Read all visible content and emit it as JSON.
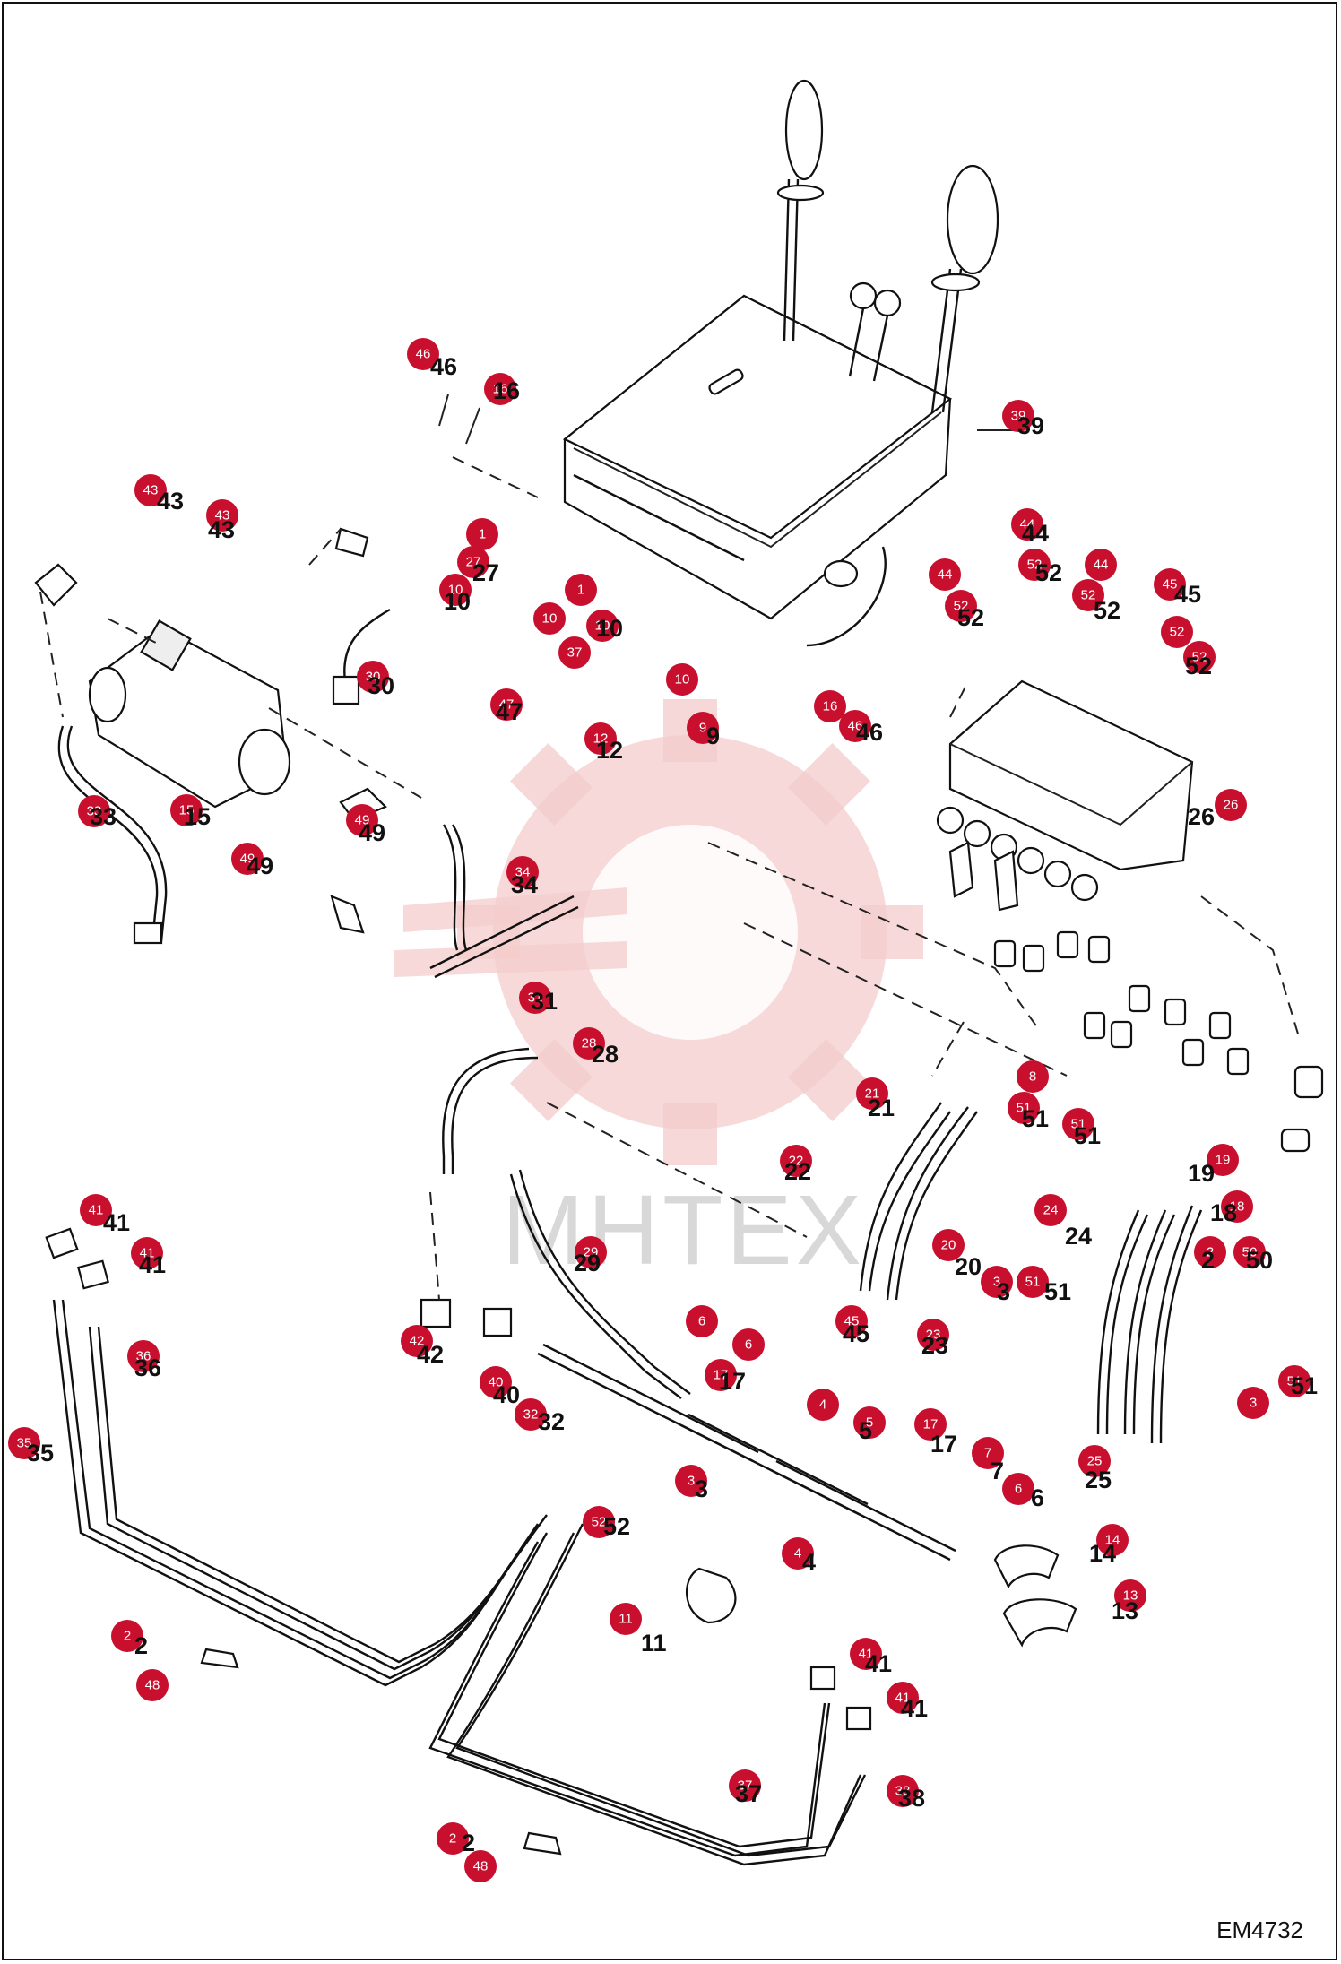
{
  "drawing_code": "EM4732",
  "watermark": {
    "text": "MHTEX",
    "color": "#c8102e"
  },
  "accent_color": "#c8102e",
  "callouts": [
    {
      "id": "46",
      "label": "46",
      "bubble": [
        472,
        395
      ],
      "text": [
        480,
        418
      ]
    },
    {
      "id": "16",
      "label": "16",
      "bubble": [
        558,
        434
      ],
      "text": [
        550,
        445
      ]
    },
    {
      "id": "39",
      "label": "39",
      "bubble": [
        1136,
        464
      ],
      "text": [
        1135,
        484
      ]
    },
    {
      "id": "43a",
      "label": "43",
      "bubble": [
        168,
        547
      ],
      "text": [
        175,
        568
      ]
    },
    {
      "id": "43b",
      "label": "43",
      "bubble": [
        248,
        575
      ],
      "text": [
        232,
        600
      ]
    },
    {
      "id": "1a",
      "label": "1",
      "bubble": [
        538,
        596
      ],
      "text": [
        0,
        0
      ]
    },
    {
      "id": "27",
      "label": "27",
      "bubble": [
        528,
        627
      ],
      "text": [
        527,
        648
      ]
    },
    {
      "id": "10a",
      "label": "10",
      "bubble": [
        508,
        658
      ],
      "text": [
        495,
        680
      ]
    },
    {
      "id": "1b",
      "label": "1",
      "bubble": [
        648,
        658
      ],
      "text": [
        0,
        0
      ]
    },
    {
      "id": "10b",
      "label": "10",
      "bubble": [
        613,
        690
      ],
      "text": [
        0,
        0
      ]
    },
    {
      "id": "10c",
      "label": "10",
      "bubble": [
        672,
        698
      ],
      "text": [
        665,
        710
      ]
    },
    {
      "id": "37a",
      "label": "37",
      "bubble": [
        641,
        728
      ],
      "text": [
        0,
        0
      ]
    },
    {
      "id": "10d",
      "label": "10",
      "bubble": [
        761,
        758
      ],
      "text": [
        0,
        0
      ]
    },
    {
      "id": "47",
      "label": "47",
      "bubble": [
        565,
        786
      ],
      "text": [
        553,
        803
      ]
    },
    {
      "id": "16b",
      "label": "16",
      "bubble": [
        926,
        788
      ],
      "text": [
        0,
        0
      ]
    },
    {
      "id": "46b",
      "label": "46",
      "bubble": [
        954,
        810
      ],
      "text": [
        955,
        826
      ]
    },
    {
      "id": "9",
      "label": "9",
      "bubble": [
        784,
        812
      ],
      "text": [
        788,
        830
      ]
    },
    {
      "id": "12",
      "label": "12",
      "bubble": [
        670,
        824
      ],
      "text": [
        665,
        846
      ]
    },
    {
      "id": "44a",
      "label": "44",
      "bubble": [
        1146,
        585
      ],
      "text": [
        1140,
        604
      ]
    },
    {
      "id": "52a",
      "label": "52",
      "bubble": [
        1154,
        630
      ],
      "text": [
        1155,
        648
      ]
    },
    {
      "id": "44b",
      "label": "44",
      "bubble": [
        1228,
        630
      ],
      "text": [
        0,
        0
      ]
    },
    {
      "id": "52b",
      "label": "52",
      "bubble": [
        1214,
        664
      ],
      "text": [
        1220,
        690
      ]
    },
    {
      "id": "44c",
      "label": "44",
      "bubble": [
        1054,
        641
      ],
      "text": [
        0,
        0
      ]
    },
    {
      "id": "52c",
      "label": "52",
      "bubble": [
        1072,
        676
      ],
      "text": [
        1068,
        698
      ]
    },
    {
      "id": "45a",
      "label": "45",
      "bubble": [
        1305,
        652
      ],
      "text": [
        1310,
        672
      ]
    },
    {
      "id": "52d",
      "label": "52",
      "bubble": [
        1313,
        705
      ],
      "text": [
        0,
        0
      ]
    },
    {
      "id": "52e",
      "label": "52",
      "bubble": [
        1338,
        733
      ],
      "text": [
        1322,
        752
      ]
    },
    {
      "id": "30",
      "label": "30",
      "bubble": [
        416,
        755
      ],
      "text": [
        410,
        774
      ]
    },
    {
      "id": "33",
      "label": "33",
      "bubble": [
        105,
        905
      ],
      "text": [
        100,
        920
      ]
    },
    {
      "id": "15",
      "label": "15",
      "bubble": [
        208,
        904
      ],
      "text": [
        205,
        920
      ]
    },
    {
      "id": "49a",
      "label": "49",
      "bubble": [
        276,
        958
      ],
      "text": [
        275,
        975
      ]
    },
    {
      "id": "49b",
      "label": "49",
      "bubble": [
        404,
        915
      ],
      "text": [
        400,
        938
      ]
    },
    {
      "id": "34",
      "label": "34",
      "bubble": [
        583,
        973
      ],
      "text": [
        570,
        996
      ]
    },
    {
      "id": "26",
      "label": "26",
      "bubble": [
        1373,
        898
      ],
      "text": [
        1325,
        920
      ]
    },
    {
      "id": "31",
      "label": "31",
      "bubble": [
        597,
        1113
      ],
      "text": [
        592,
        1126
      ]
    },
    {
      "id": "28",
      "label": "28",
      "bubble": [
        657,
        1164
      ],
      "text": [
        660,
        1185
      ]
    },
    {
      "id": "8",
      "label": "8",
      "bubble": [
        1152,
        1201
      ],
      "text": [
        0,
        0
      ]
    },
    {
      "id": "21",
      "label": "21",
      "bubble": [
        973,
        1220
      ],
      "text": [
        968,
        1245
      ]
    },
    {
      "id": "51a",
      "label": "51",
      "bubble": [
        1142,
        1236
      ],
      "text": [
        1140,
        1257
      ]
    },
    {
      "id": "51b",
      "label": "51",
      "bubble": [
        1203,
        1254
      ],
      "text": [
        1198,
        1276
      ]
    },
    {
      "id": "19",
      "label": "19",
      "bubble": [
        1364,
        1294
      ],
      "text": [
        1325,
        1318
      ]
    },
    {
      "id": "22",
      "label": "22",
      "bubble": [
        888,
        1295
      ],
      "text": [
        875,
        1316
      ]
    },
    {
      "id": "24a",
      "label": "24",
      "bubble": [
        1172,
        1350
      ],
      "text": [
        0,
        0
      ]
    },
    {
      "id": "18",
      "label": "18",
      "bubble": [
        1380,
        1346
      ],
      "text": [
        1350,
        1362
      ]
    },
    {
      "id": "24b",
      "label": "24",
      "bubble": [
        0,
        0
      ],
      "text": [
        1188,
        1388
      ]
    },
    {
      "id": "41a",
      "label": "41",
      "bubble": [
        107,
        1350
      ],
      "text": [
        115,
        1373
      ]
    },
    {
      "id": "41b",
      "label": "41",
      "bubble": [
        164,
        1398
      ],
      "text": [
        155,
        1420
      ]
    },
    {
      "id": "20",
      "label": "20",
      "bubble": [
        1058,
        1389
      ],
      "text": [
        1065,
        1422
      ]
    },
    {
      "id": "2a",
      "label": "2",
      "bubble": [
        1350,
        1397
      ],
      "text": [
        1340,
        1415
      ]
    },
    {
      "id": "50",
      "label": "50",
      "bubble": [
        1394,
        1397
      ],
      "text": [
        1390,
        1415
      ]
    },
    {
      "id": "29",
      "label": "29",
      "bubble": [
        659,
        1397
      ],
      "text": [
        640,
        1418
      ]
    },
    {
      "id": "3a",
      "label": "3",
      "bubble": [
        1112,
        1430
      ],
      "text": [
        1112,
        1450
      ]
    },
    {
      "id": "51c",
      "label": "51",
      "bubble": [
        1152,
        1430
      ],
      "text": [
        1165,
        1450
      ]
    },
    {
      "id": "6a",
      "label": "6",
      "bubble": [
        783,
        1474
      ],
      "text": [
        0,
        0
      ]
    },
    {
      "id": "6b",
      "label": "6",
      "bubble": [
        835,
        1500
      ],
      "text": [
        0,
        0
      ]
    },
    {
      "id": "45b",
      "label": "45",
      "bubble": [
        950,
        1474
      ],
      "text": [
        940,
        1497
      ]
    },
    {
      "id": "23",
      "label": "23",
      "bubble": [
        1041,
        1489
      ],
      "text": [
        1028,
        1510
      ]
    },
    {
      "id": "42",
      "label": "42",
      "bubble": [
        465,
        1496
      ],
      "text": [
        465,
        1520
      ]
    },
    {
      "id": "36",
      "label": "36",
      "bubble": [
        160,
        1513
      ],
      "text": [
        150,
        1535
      ]
    },
    {
      "id": "17a",
      "label": "17",
      "bubble": [
        804,
        1534
      ],
      "text": [
        802,
        1550
      ]
    },
    {
      "id": "51d",
      "label": "51",
      "bubble": [
        1444,
        1541
      ],
      "text": [
        1440,
        1555
      ]
    },
    {
      "id": "40",
      "label": "40",
      "bubble": [
        553,
        1542
      ],
      "text": [
        550,
        1565
      ]
    },
    {
      "id": "4a",
      "label": "4",
      "bubble": [
        918,
        1567
      ],
      "text": [
        0,
        0
      ]
    },
    {
      "id": "3b",
      "label": "3",
      "bubble": [
        1398,
        1565
      ],
      "text": [
        0,
        0
      ]
    },
    {
      "id": "32",
      "label": "32",
      "bubble": [
        592,
        1578
      ],
      "text": [
        600,
        1595
      ]
    },
    {
      "id": "5",
      "label": "5",
      "bubble": [
        970,
        1587
      ],
      "text": [
        958,
        1605
      ]
    },
    {
      "id": "17b",
      "label": "17",
      "bubble": [
        1038,
        1589
      ],
      "text": [
        1038,
        1620
      ]
    },
    {
      "id": "35",
      "label": "35",
      "bubble": [
        27,
        1610
      ],
      "text": [
        30,
        1630
      ]
    },
    {
      "id": "7",
      "label": "7",
      "bubble": [
        1102,
        1621
      ],
      "text": [
        1105,
        1650
      ]
    },
    {
      "id": "6c",
      "label": "6",
      "bubble": [
        1136,
        1661
      ],
      "text": [
        1150,
        1680
      ]
    },
    {
      "id": "25",
      "label": "25",
      "bubble": [
        1221,
        1630
      ],
      "text": [
        1210,
        1660
      ]
    },
    {
      "id": "3c",
      "label": "3",
      "bubble": [
        771,
        1652
      ],
      "text": [
        775,
        1670
      ]
    },
    {
      "id": "52f",
      "label": "52",
      "bubble": [
        668,
        1698
      ],
      "text": [
        673,
        1712
      ]
    },
    {
      "id": "14",
      "label": "14",
      "bubble": [
        1241,
        1718
      ],
      "text": [
        1215,
        1742
      ]
    },
    {
      "id": "4b",
      "label": "4",
      "bubble": [
        890,
        1733
      ],
      "text": [
        895,
        1752
      ]
    },
    {
      "id": "13",
      "label": "13",
      "bubble": [
        1261,
        1780
      ],
      "text": [
        1240,
        1806
      ]
    },
    {
      "id": "11",
      "label": "11",
      "bubble": [
        698,
        1806
      ],
      "text": [
        715,
        1842
      ]
    },
    {
      "id": "2b",
      "label": "2",
      "bubble": [
        142,
        1825
      ],
      "text": [
        150,
        1845
      ]
    },
    {
      "id": "48a",
      "label": "48",
      "bubble": [
        170,
        1880
      ],
      "text": [
        0,
        0
      ]
    },
    {
      "id": "41c",
      "label": "41",
      "bubble": [
        966,
        1845
      ],
      "text": [
        965,
        1865
      ]
    },
    {
      "id": "41d",
      "label": "41",
      "bubble": [
        1007,
        1894
      ],
      "text": [
        1005,
        1915
      ]
    },
    {
      "id": "37b",
      "label": "37",
      "bubble": [
        831,
        1992
      ],
      "text": [
        820,
        2010
      ]
    },
    {
      "id": "38",
      "label": "38",
      "bubble": [
        1007,
        1998
      ],
      "text": [
        1002,
        2015
      ]
    },
    {
      "id": "2c",
      "label": "2",
      "bubble": [
        505,
        2051
      ],
      "text": [
        515,
        2065
      ]
    },
    {
      "id": "48b",
      "label": "48",
      "bubble": [
        536,
        2082
      ],
      "text": [
        0,
        0
      ]
    }
  ]
}
